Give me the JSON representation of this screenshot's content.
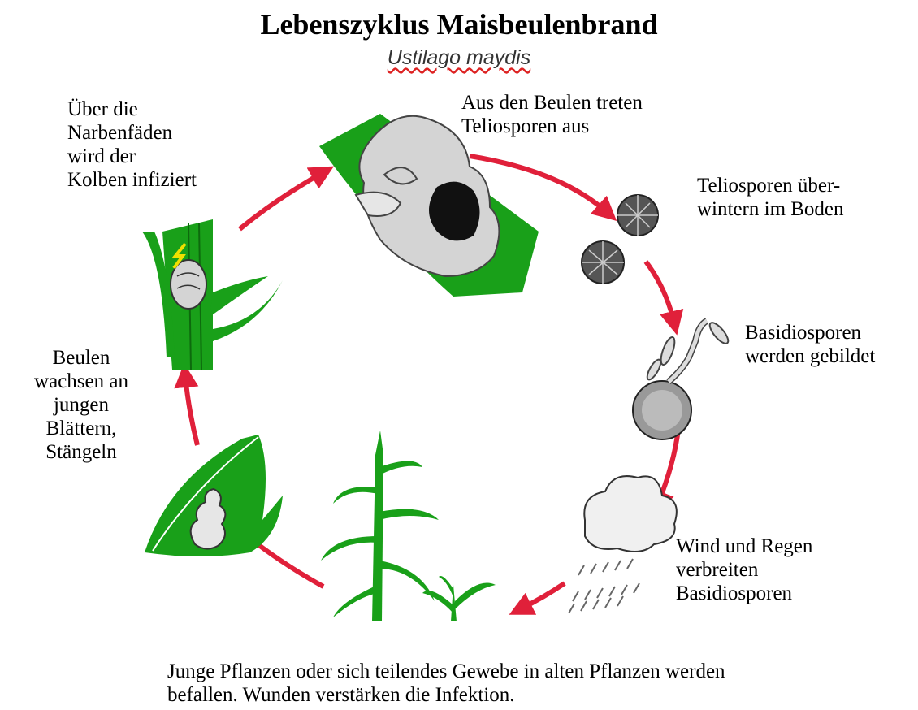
{
  "title": "Lebenszyklus Maisbeulenbrand",
  "subtitle": "Ustilago maydis",
  "stages": {
    "infection_ear": "Über die\nNarbenfäden\nwird der\nKolben infiziert",
    "teliospores_release": "Aus den Beulen treten\nTeliosporen aus",
    "overwinter": "Teliosporen über-\nwintern im Boden",
    "basidiospores": "Basidiosporen\nwerden gebildet",
    "spread": "Wind und Regen\nverbreiten\nBasidiosporen",
    "galls": "Beulen\nwachsen an\njungen\nBlättern,\nStängeln",
    "infection_young": "Junge Pflanzen oder sich teilendes Gewebe in alten Pflanzen werden\nbefallen. Wunden verstärken die Infektion."
  },
  "colors": {
    "arrow": "#e0203a",
    "leaf": "#19a019",
    "gall": "#d4d4d4",
    "spore": "#555555"
  }
}
